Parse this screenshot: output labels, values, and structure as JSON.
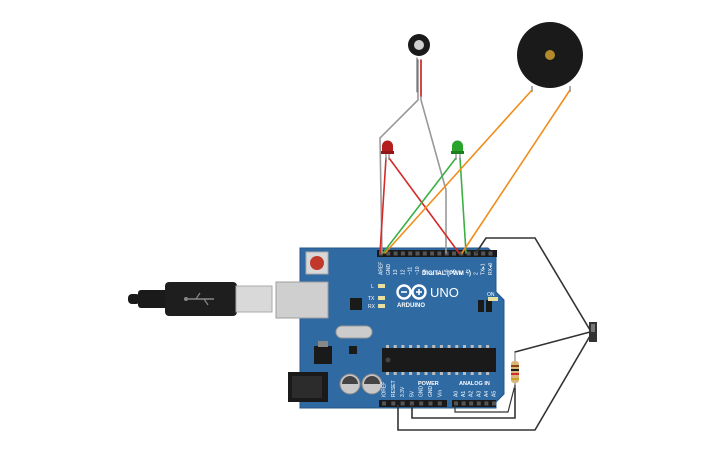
{
  "board": {
    "brand_label": "ARDUINO",
    "model_label": "UNO",
    "digital_header_label": "DIGITAL (PWM ~)",
    "power_header_label": "POWER",
    "analog_header_label": "ANALOG IN",
    "on_led_label": "ON",
    "l_led_label": "L",
    "tx_label": "TX",
    "rx_label": "RX",
    "digital_pins": [
      "AREF",
      "GND",
      "13",
      "12",
      "~11",
      "~10",
      "~9",
      "8",
      "7",
      "~6",
      "~5",
      "4",
      "~3",
      "2",
      "TX▸1",
      "RX◂0"
    ],
    "power_pins": [
      "IOREF",
      "RESET",
      "3.3V",
      "5V",
      "GND",
      "GND",
      "Vin"
    ],
    "analog_pins": [
      "A0",
      "A1",
      "A2",
      "A3",
      "A4",
      "A5"
    ],
    "color": "#2f6aa3"
  },
  "components": {
    "vibration_motor": "vibration-motor",
    "piezo_buzzer": "piezo-buzzer",
    "red_led": "#b51e1e",
    "green_led": "#2aa32a",
    "slide_switch": "slide-switch",
    "resistor": "resistor",
    "usb_cable": "usb-cable"
  },
  "wire_colors": {
    "red": "#d42a2a",
    "green": "#3cb043",
    "gray": "#999999",
    "orange": "#f28c1a",
    "black": "#333333"
  }
}
